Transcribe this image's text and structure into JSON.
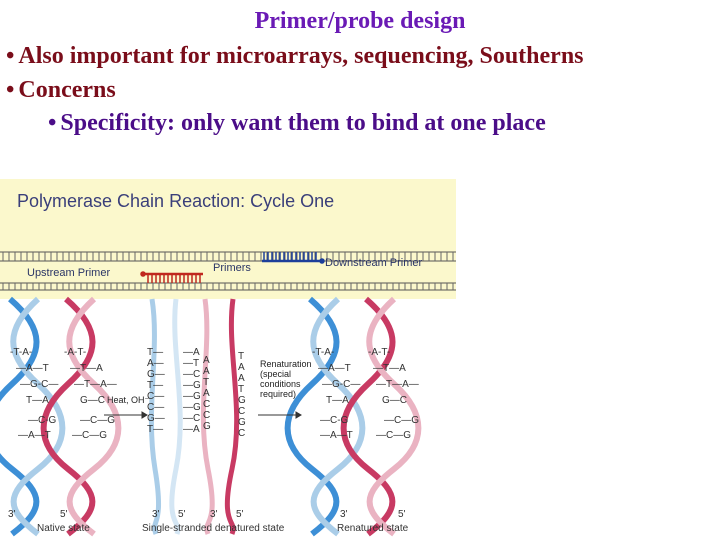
{
  "slide": {
    "title": "Primer/probe design",
    "bullet_char": "•",
    "bullets": [
      "Also important for microarrays, sequencing, Southerns",
      "Concerns"
    ],
    "sub_bullets": [
      "Specificity: only want them to bind at one place"
    ]
  },
  "figure": {
    "panel_title": "Polymerase Chain Reaction: Cycle One",
    "upstream_primer": "Upstream Primer",
    "primers": "Primers",
    "downstream_primer": "Downstream Primer",
    "heat_label": "Heat, OH⁻",
    "renaturation_label": [
      "Renaturation",
      "(special",
      "conditions",
      "required)"
    ],
    "native_state": "Native state",
    "denatured_state": "Single-stranded denatured state",
    "renatured_state": "Renatured state",
    "end_3": "3'",
    "end_5": "5'",
    "colors": {
      "panel_bg": "#fbf8cc",
      "blue_strand": "#3d8fd6",
      "pink_strand": "#c83a63",
      "upstream_primer": "#c0281f",
      "downstream_primer": "#1d3f9a",
      "title_purple": "#6a1ab5",
      "bullet_maroon": "#7a0d1a"
    }
  }
}
